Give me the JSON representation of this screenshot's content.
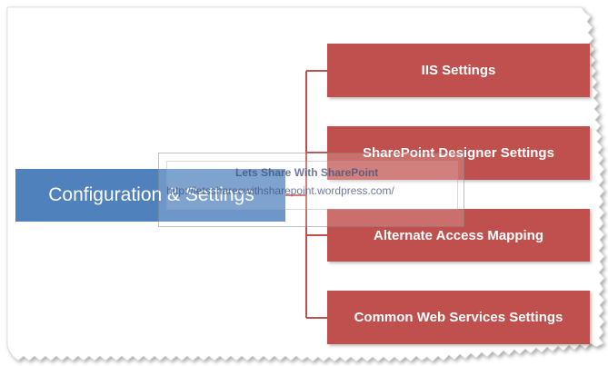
{
  "diagram": {
    "root": {
      "label": "Configuration & Settings"
    },
    "children": [
      {
        "label": "IIS Settings"
      },
      {
        "label": "SharePoint Designer Settings"
      },
      {
        "label": "Alternate Access Mapping"
      },
      {
        "label": "Common Web Services Settings"
      }
    ]
  },
  "watermark": {
    "title": "Lets Share With SharePoint",
    "url": "http://letsshareowithsharepoint.wordpress.com/"
  },
  "colors": {
    "root_fill": "#4f81bd",
    "child_fill": "#c0504d",
    "connector": "#c0504d"
  }
}
